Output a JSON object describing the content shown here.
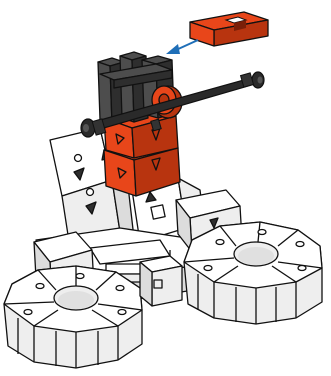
{
  "figure": {
    "parts": {
      "loose_part": "orange-slotted-block",
      "arrow_direction": "toward-gray-tower",
      "axle": "black-axle-with-clips",
      "tower": "gray-pillar-blocks",
      "hub": "orange-hub",
      "orange_stack": "orange-building-blocks",
      "base": "white-building-blocks",
      "wheels": [
        "left-octagonal-wheel",
        "right-octagonal-wheel"
      ]
    },
    "colors": {
      "orange": "#e8461a",
      "orange_dark": "#b8340f",
      "gray": "#4a4a4a",
      "gray_dark": "#2c2c2c",
      "axle": "#2a2a2a",
      "arrow": "#1f6fb8",
      "outline": "#111111",
      "white": "#ffffff"
    }
  }
}
